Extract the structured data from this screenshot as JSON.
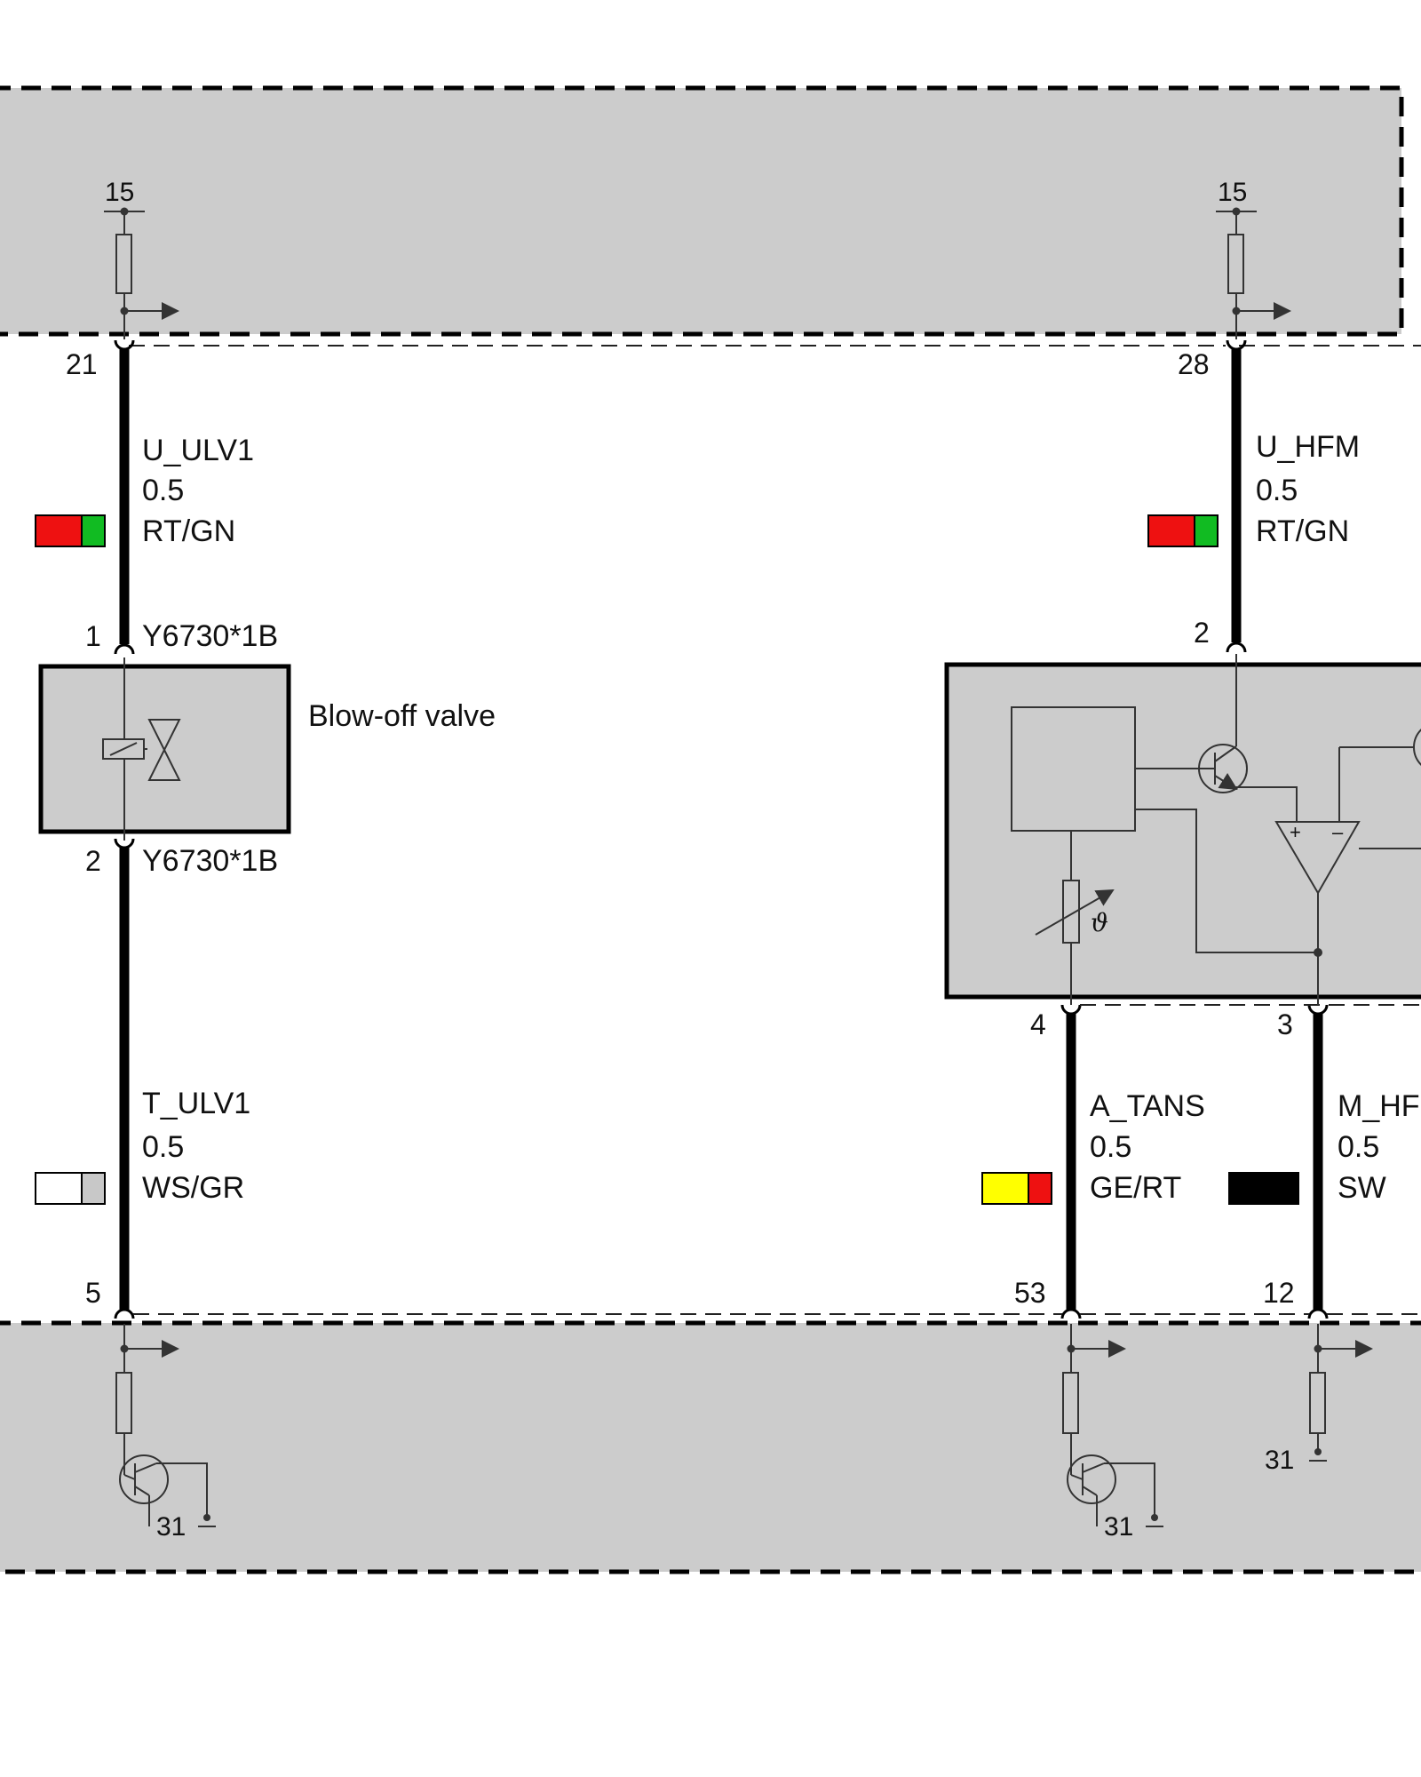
{
  "top_module": {
    "terminal_left": "15",
    "terminal_right": "15"
  },
  "wires": {
    "left_top": {
      "pin_top": "21",
      "signal": "U_ULV1",
      "size": "0.5",
      "color_code": "RT/GN",
      "colors": [
        "#ee1111",
        "#11bb22"
      ],
      "pin_bottom": "1"
    },
    "right_top": {
      "pin_top": "28",
      "signal": "U_HFM",
      "size": "0.5",
      "color_code": "RT/GN",
      "colors": [
        "#ee1111",
        "#11bb22"
      ],
      "pin_bottom": "2"
    },
    "left_bottom": {
      "pin_top": "2",
      "signal": "T_ULV1",
      "size": "0.5",
      "color_code": "WS/GR",
      "colors": [
        "#ffffff",
        "#c8c8c8"
      ],
      "pin_bottom": "5"
    },
    "mid_bottom": {
      "pin_top": "4",
      "signal": "A_TANS",
      "size": "0.5",
      "color_code": "GE/RT",
      "colors": [
        "#ffff00",
        "#ee1111"
      ],
      "pin_bottom": "53"
    },
    "right_bottom": {
      "pin_top": "3",
      "signal": "M_HF",
      "size": "0.5",
      "color_code": "SW",
      "colors": [
        "#000000"
      ],
      "pin_bottom": "12"
    }
  },
  "valve": {
    "connector_top": "Y6730*1B",
    "connector_bottom": "Y6730*1B",
    "name": "Blow-off valve"
  },
  "sensor": {
    "theta_symbol": "ϑ"
  },
  "bottom_module": {
    "ground_left": "31",
    "ground_mid": "31",
    "ground_right": "31"
  },
  "colors": {
    "module_fill": "#cccccc",
    "wire": "#000000"
  }
}
